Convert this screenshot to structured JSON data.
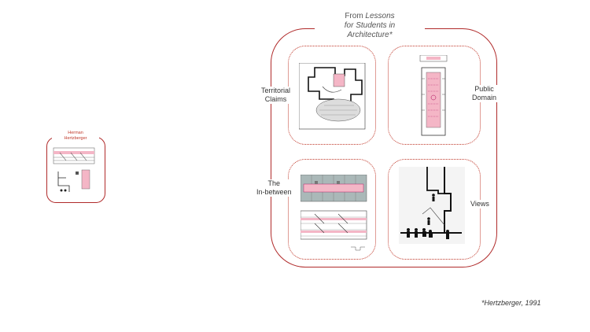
{
  "main": {
    "title_line1_plain": "From ",
    "title_line1_italic": "Lessons",
    "title_line2": "for Students in",
    "title_line3": "Architecture*"
  },
  "quadrants": {
    "territorial": {
      "label_line1": "Territorial",
      "label_line2": "Claims"
    },
    "public": {
      "label_line1": "Public",
      "label_line2": "Domain"
    },
    "inbetween": {
      "label_line1": "The",
      "label_line2": "In-between"
    },
    "views": {
      "label": "Views"
    }
  },
  "mini": {
    "title_line1": "Herman",
    "title_line2": "Hertzberger"
  },
  "footnote": "*Hertzberger, 1991",
  "colors": {
    "accent": "#b02a2a",
    "dotted": "#c0392b",
    "pink": "#f4b6c6",
    "grey": "#aab8b8"
  }
}
